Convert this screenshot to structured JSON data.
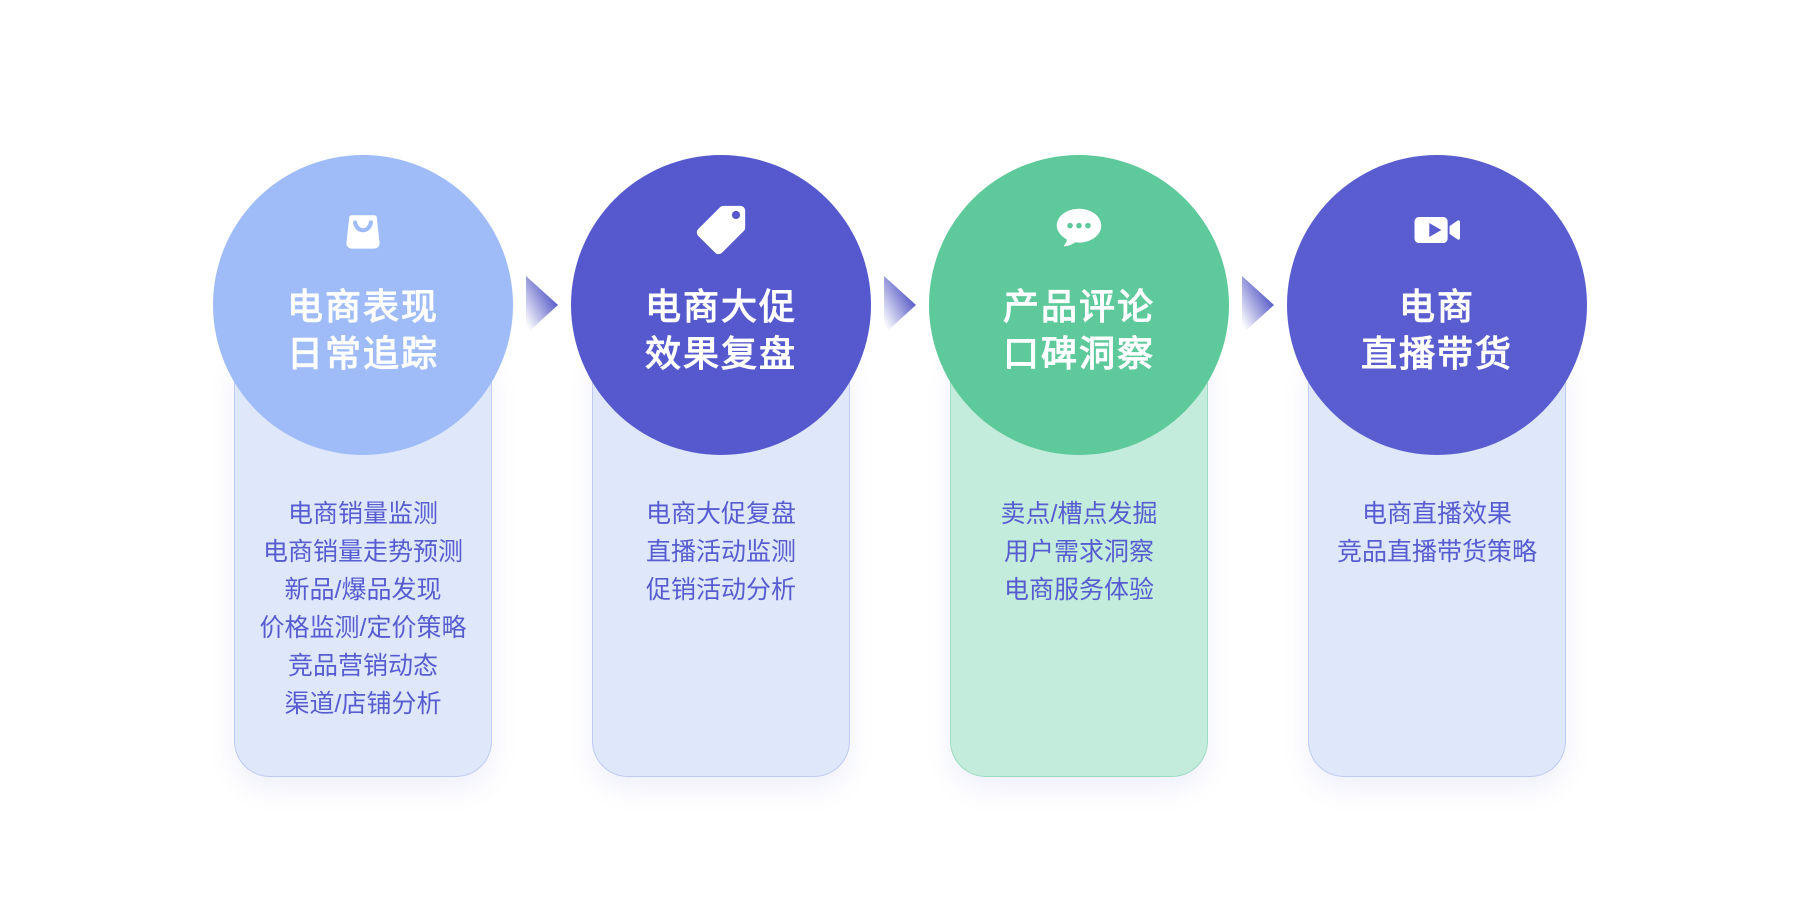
{
  "diagram": {
    "background": "#ffffff"
  },
  "colors": {
    "list_text": "#575dd0",
    "title_text": "#ffffff",
    "arrow": "#5256c5"
  },
  "columns": [
    {
      "id": "ecommerce-daily-tracking",
      "icon": "shopping-bag-icon",
      "circle_color": "#9fbcf8",
      "card_color": "#dfe7fb",
      "card_border": "rgba(120,140,230,0.30)",
      "title_lines": [
        "电商表现",
        "日常追踪"
      ],
      "items": [
        "电商销量监测",
        "电商销量走势预测",
        "新品/爆品发现",
        "价格监测/定价策略",
        "竞品营销动态",
        "渠道/店铺分析"
      ]
    },
    {
      "id": "promo-effect-review",
      "icon": "price-tag-icon",
      "circle_color": "#5659cd",
      "card_color": "#dfe7fb",
      "card_border": "rgba(120,140,230,0.30)",
      "title_lines": [
        "电商大促",
        "效果复盘"
      ],
      "items": [
        "电商大促复盘",
        "直播活动监测",
        "促销活动分析"
      ]
    },
    {
      "id": "product-review-insight",
      "icon": "chat-bubble-icon",
      "circle_color": "#5ec99a",
      "card_color": "#c3ecdc",
      "card_border": "rgba(90,190,150,0.35)",
      "title_lines": [
        "产品评论",
        "口碑洞察"
      ],
      "items": [
        "卖点/槽点发掘",
        "用户需求洞察",
        "电商服务体验"
      ]
    },
    {
      "id": "live-commerce",
      "icon": "video-camera-icon",
      "circle_color": "#5a5dd0",
      "card_color": "#dfe7fb",
      "card_border": "rgba(120,140,230,0.30)",
      "title_lines": [
        "电商",
        "直播带货"
      ],
      "items": [
        "电商直播效果",
        "竞品直播带货策略"
      ]
    }
  ]
}
